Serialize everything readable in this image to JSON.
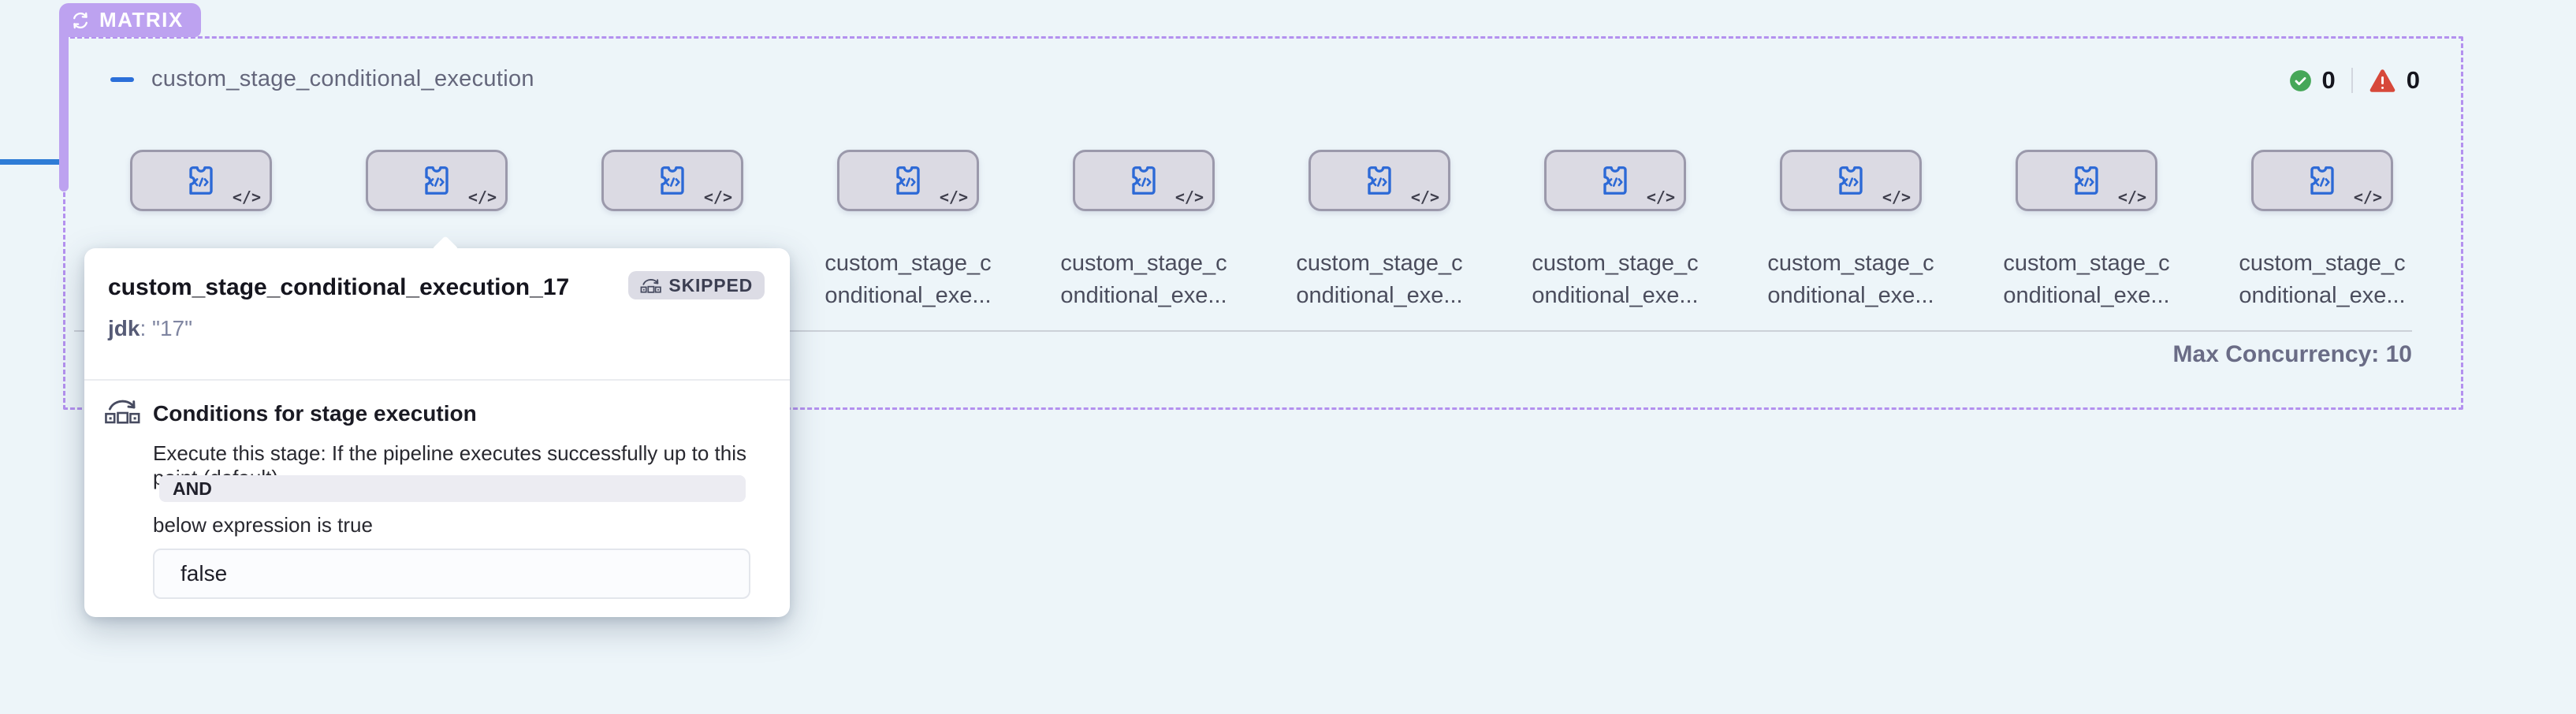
{
  "matrix": {
    "badge": "MATRIX",
    "title": "custom_stage_conditional_execution",
    "passed_count": "0",
    "failed_count": "0",
    "max_concurrency_label": "Max Concurrency: 10",
    "card_code_glyph": "</>",
    "stages": [
      {
        "name_line1": "",
        "name_line2": "",
        "label_visible": false
      },
      {
        "name_line1": "",
        "name_line2": "",
        "label_visible": false
      },
      {
        "name_line1": "",
        "name_line2": "",
        "label_visible": false
      },
      {
        "name_line1": "custom_stage_c",
        "name_line2": "onditional_exe...",
        "label_visible": true
      },
      {
        "name_line1": "custom_stage_c",
        "name_line2": "onditional_exe...",
        "label_visible": true
      },
      {
        "name_line1": "custom_stage_c",
        "name_line2": "onditional_exe...",
        "label_visible": true
      },
      {
        "name_line1": "custom_stage_c",
        "name_line2": "onditional_exe...",
        "label_visible": true
      },
      {
        "name_line1": "custom_stage_c",
        "name_line2": "onditional_exe...",
        "label_visible": true
      },
      {
        "name_line1": "custom_stage_c",
        "name_line2": "onditional_exe...",
        "label_visible": true
      },
      {
        "name_line1": "custom_stage_c",
        "name_line2": "onditional_exe...",
        "label_visible": true
      }
    ]
  },
  "tooltip": {
    "title": "custom_stage_conditional_execution_17",
    "status_label": "SKIPPED",
    "param_key": "jdk",
    "param_rest": ": \"17\"",
    "conditions": {
      "heading": "Conditions for stage execution",
      "description": "Execute this stage: If the pipeline executes successfully up to this point (default)",
      "operator": "AND",
      "connector_text": "below expression is true",
      "expression": "false"
    }
  },
  "icons": {
    "matrix_loop": "loop-cycle-icon",
    "collapse": "collapse-minus-icon",
    "success": "green-check-circle-icon",
    "failed": "red-warning-triangle-icon",
    "stage": "custom-stage-puzzle-icon",
    "skip": "skip-over-steps-icon"
  },
  "colors": {
    "background": "#edf5f9",
    "matrix_accent": "#bda2f0",
    "dashed_border": "#b491ef",
    "connector_blue": "#2e7cd6",
    "card_fill": "#dbdae3",
    "card_border": "#9b99ab",
    "stage_icon_blue": "#2c69d6",
    "success_green": "#46a758",
    "failed_red": "#d7483a",
    "badge_bg": "#dcdce5",
    "title_gray": "#64667b"
  }
}
